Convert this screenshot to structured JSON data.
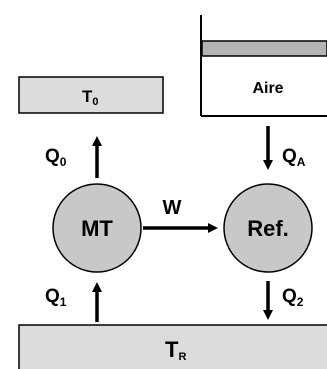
{
  "diagram": {
    "reservoir_top": {
      "symbol": "T",
      "subscript": "0"
    },
    "reservoir_bottom": {
      "symbol": "T",
      "subscript": "R"
    },
    "air_chamber": {
      "label": "Aire"
    },
    "engine_node": {
      "label": "MT"
    },
    "refrigerator_node": {
      "label": "Ref."
    },
    "work_label": "W",
    "heat_q0": {
      "symbol": "Q",
      "subscript": "0"
    },
    "heat_q1": {
      "symbol": "Q",
      "subscript": "1"
    },
    "heat_qa": {
      "symbol": "Q",
      "subscript": "A"
    },
    "heat_q2": {
      "symbol": "Q",
      "subscript": "2"
    },
    "colors": {
      "box_fill": "#dcdcdc",
      "node_fill": "#c8c8c8",
      "piston_fill": "#b4b4b4",
      "stroke": "#000000"
    }
  }
}
